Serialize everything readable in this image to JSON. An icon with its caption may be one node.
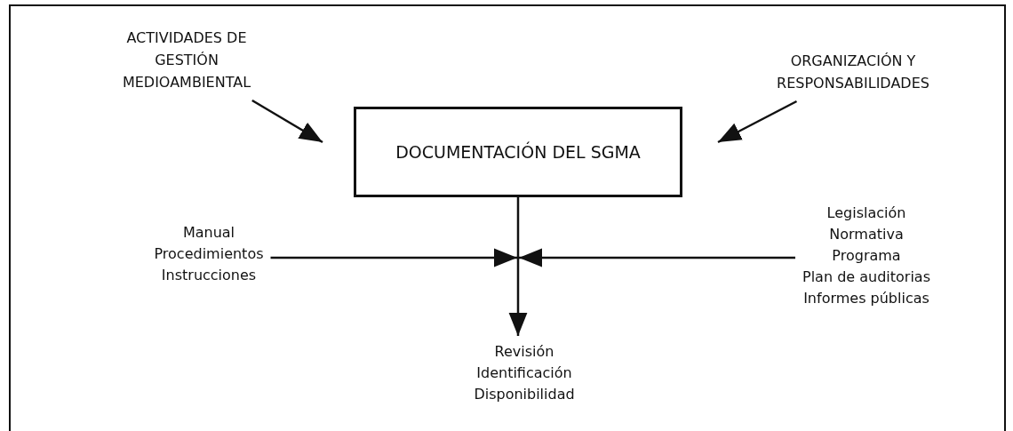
{
  "diagram": {
    "nodes": [
      {
        "text": [
          "DOCUMENTACIÓN DEL SGMA"
        ]
      },
      {
        "text": [
          "ACTIVIDADES DE GESTIÓN MEDIOAMBIENTAL"
        ]
      },
      {
        "text": [
          "ORGANIZACIÓN Y RESPONSABILIDADES"
        ]
      },
      {
        "text": [
          "Manual",
          "Procedimientos",
          "Instrucciones"
        ]
      },
      {
        "text": [
          "Legislación",
          "Normativa",
          "Programa",
          "Plan de auditorias",
          "Informes públicas"
        ]
      },
      {
        "text": [
          "Revisión",
          "Identificación",
          "Disponibilidad"
        ]
      }
    ],
    "edges": [
      {
        "from": 1,
        "to": 0,
        "arrow": "to"
      },
      {
        "from": 2,
        "to": 0,
        "arrow": "to"
      },
      {
        "from": 0,
        "to": 5,
        "arrow": "to"
      },
      {
        "from": 3,
        "to": null,
        "arrow": "to"
      },
      {
        "from": 4,
        "to": null,
        "arrow": "to"
      }
    ]
  }
}
